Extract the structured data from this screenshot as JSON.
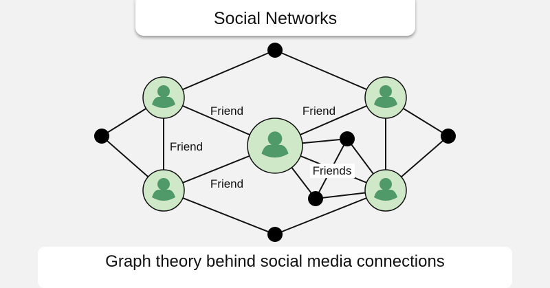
{
  "title": "Social Networks",
  "subtitle": "Graph theory behind social media connections",
  "edge_labels": {
    "a_e": "Friend",
    "b_e": "Friend",
    "a_c": "Friend",
    "c_e": "Friend",
    "cluster": "Friends"
  },
  "colors": {
    "node_fill": "#cfe8c8",
    "person_icon": "#4f9a68",
    "dot": "#000000",
    "edge": "#111111"
  }
}
